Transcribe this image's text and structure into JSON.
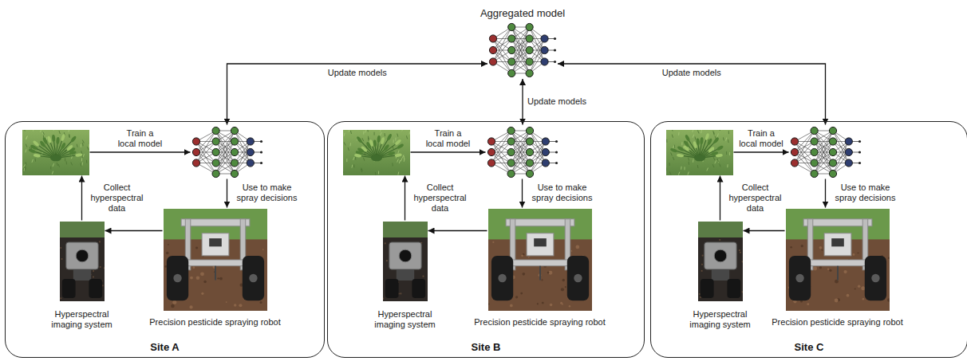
{
  "diagram": {
    "nodes": [
      {
        "text": [
          "Aggregated model"
        ]
      },
      {
        "text": [
          "Site A"
        ]
      },
      {
        "text": [],
        "in": 1
      },
      {
        "text": [],
        "in": 1
      },
      {
        "text": [
          "Hyperspectral imaging system"
        ],
        "in": 1
      },
      {
        "text": [
          "Precision pesticide spraying robot"
        ],
        "in": 1
      },
      {
        "text": [
          "Site B"
        ]
      },
      {
        "text": [],
        "in": 6
      },
      {
        "text": [],
        "in": 6
      },
      {
        "text": [
          "Hyperspectral imaging system"
        ],
        "in": 6
      },
      {
        "text": [
          "Precision pesticide spraying robot"
        ],
        "in": 6
      },
      {
        "text": [
          "Site C"
        ]
      },
      {
        "text": [],
        "in": 11
      },
      {
        "text": [],
        "in": 11
      },
      {
        "text": [
          "Hyperspectral imaging system"
        ],
        "in": 11
      },
      {
        "text": [
          "Precision pesticide spraying robot"
        ],
        "in": 11
      }
    ],
    "edges": [
      {
        "from": 0,
        "to": 3,
        "label": "Update models",
        "arrow": "both"
      },
      {
        "from": 0,
        "to": 8,
        "label": "Update models",
        "arrow": "both"
      },
      {
        "from": 0,
        "to": 13,
        "label": "Update models",
        "arrow": "both"
      },
      {
        "from": 2,
        "to": 3,
        "label": "Train a local model",
        "arrow": "to"
      },
      {
        "from": 3,
        "to": 5,
        "label": "Use to make spray decisions",
        "arrow": "to"
      },
      {
        "from": 5,
        "to": 4,
        "arrow": "to"
      },
      {
        "from": 4,
        "to": 2,
        "label": "Collect hyperspectral data",
        "arrow": "to"
      },
      {
        "from": 7,
        "to": 8,
        "label": "Train a local model",
        "arrow": "to"
      },
      {
        "from": 8,
        "to": 10,
        "label": "Use to make spray decisions",
        "arrow": "to"
      },
      {
        "from": 10,
        "to": 9,
        "arrow": "to"
      },
      {
        "from": 9,
        "to": 7,
        "label": "Collect hyperspectral data",
        "arrow": "to"
      },
      {
        "from": 12,
        "to": 13,
        "label": "Train a local model",
        "arrow": "to"
      },
      {
        "from": 13,
        "to": 15,
        "label": "Use to make spray decisions",
        "arrow": "to"
      },
      {
        "from": 15,
        "to": 14,
        "arrow": "to"
      },
      {
        "from": 14,
        "to": 12,
        "label": "Collect hyperspectral data",
        "arrow": "to"
      }
    ]
  }
}
